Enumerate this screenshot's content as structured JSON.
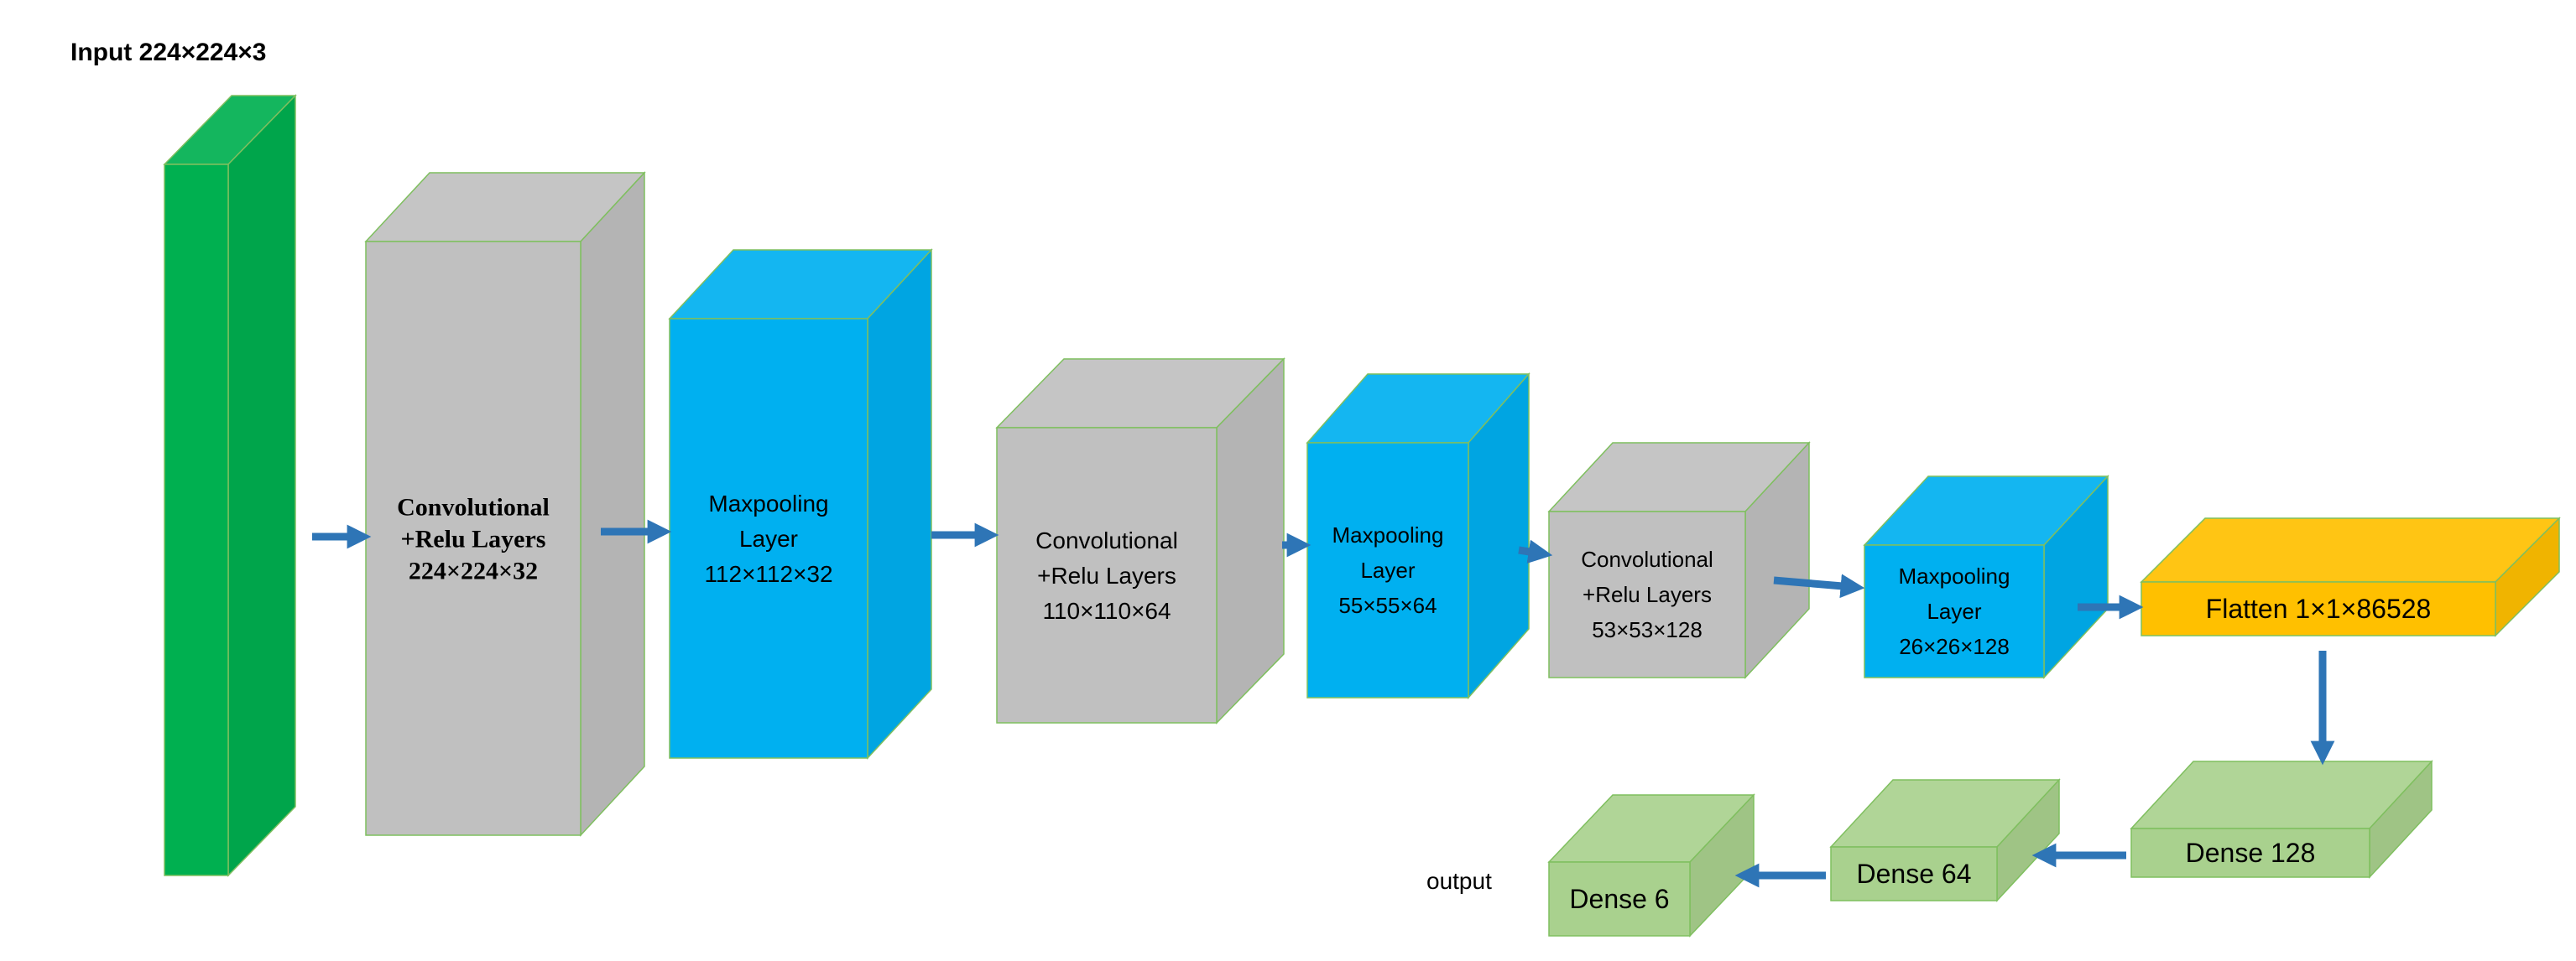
{
  "diagram": {
    "input_label": "Input 224×224×3",
    "output_label": "output",
    "colors": {
      "input": "#00b050",
      "conv": "#c0c0c0",
      "pool": "#00b0f0",
      "flatten": "#ffc000",
      "dense": "#a9d18e",
      "arrow": "#2e75b6"
    },
    "blocks": [
      {
        "id": "input",
        "kind": "input",
        "lines": []
      },
      {
        "id": "conv1",
        "kind": "conv",
        "lines": [
          "Convolutional",
          "+Relu Layers",
          "224×224×32"
        ]
      },
      {
        "id": "pool1",
        "kind": "pool",
        "lines": [
          "Maxpooling",
          "Layer",
          "112×112×32"
        ]
      },
      {
        "id": "conv2",
        "kind": "conv",
        "lines": [
          "Convolutional",
          "+Relu Layers",
          "110×110×64"
        ]
      },
      {
        "id": "pool2",
        "kind": "pool",
        "lines": [
          "Maxpooling",
          "Layer",
          "55×55×64"
        ]
      },
      {
        "id": "conv3",
        "kind": "conv",
        "lines": [
          "Convolutional",
          "+Relu Layers",
          "53×53×128"
        ]
      },
      {
        "id": "pool3",
        "kind": "pool",
        "lines": [
          "Maxpooling",
          "Layer",
          "26×26×128"
        ]
      },
      {
        "id": "flatten",
        "kind": "flatten",
        "lines": [
          "Flatten 1×1×86528"
        ]
      },
      {
        "id": "dense128",
        "kind": "dense",
        "lines": [
          "Dense 128"
        ]
      },
      {
        "id": "dense64",
        "kind": "dense",
        "lines": [
          "Dense 64"
        ]
      },
      {
        "id": "dense6",
        "kind": "dense",
        "lines": [
          "Dense 6"
        ]
      }
    ]
  }
}
